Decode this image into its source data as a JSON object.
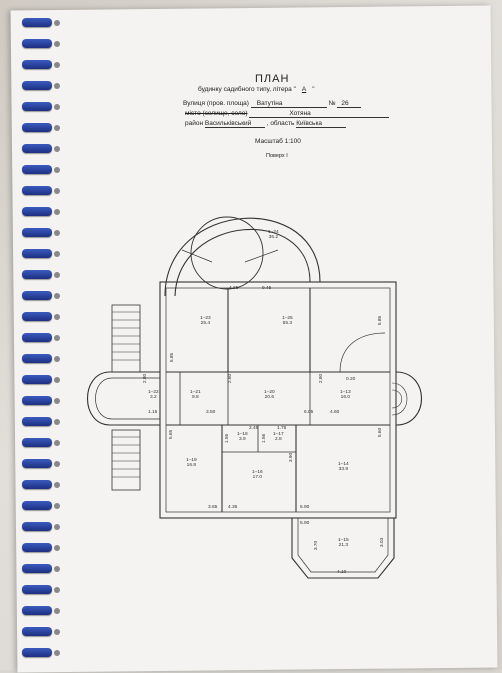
{
  "header": {
    "title": "ПЛАН",
    "subtitle": "будинку садибного типу, літера \"",
    "litera": "А",
    "subtitle_end": "\"",
    "street_label": "Вулиця (пров. площа)",
    "street_value": "Ватутіна",
    "number_label": "№",
    "number_value": "26",
    "city_label": "місто (селище, село)",
    "city_value": "Хотяна",
    "district_label": "район",
    "district_value": "Васильківський",
    "region_label": "область",
    "region_value": "Київська",
    "scale": "Масштаб 1:100",
    "floor": "Поверх І"
  },
  "rooms": [
    {
      "id": "1–24",
      "area": "36.2"
    },
    {
      "id": "1–23",
      "area": "25.4"
    },
    {
      "id": "1–25",
      "area": "55.3"
    },
    {
      "id": "1–22",
      "area": "3.2"
    },
    {
      "id": "1–21",
      "area": "9.8"
    },
    {
      "id": "1–20",
      "area": "20.6"
    },
    {
      "id": "1–13",
      "area": "16.0"
    },
    {
      "id": "1–18",
      "area": "3.9"
    },
    {
      "id": "1–17",
      "area": "2.8"
    },
    {
      "id": "1–19",
      "area": "16.8"
    },
    {
      "id": "1–16",
      "area": "17.0"
    },
    {
      "id": "1–14",
      "area": "33.9"
    },
    {
      "id": "1–15",
      "area": "21.3"
    }
  ],
  "dimensions": [
    "4.85",
    "9.45",
    "5.85",
    "5.85",
    "2.80",
    "2.80",
    "2.80",
    "0.20",
    "1.15",
    "3.50",
    "6.05",
    "4.60",
    "5.65",
    "2.45",
    "1.76",
    "1.56",
    "1.56",
    "3.90",
    "5.60",
    "3.65",
    "4.35",
    "5.90",
    "5.90",
    "3.70",
    "3.03",
    "4.10"
  ]
}
